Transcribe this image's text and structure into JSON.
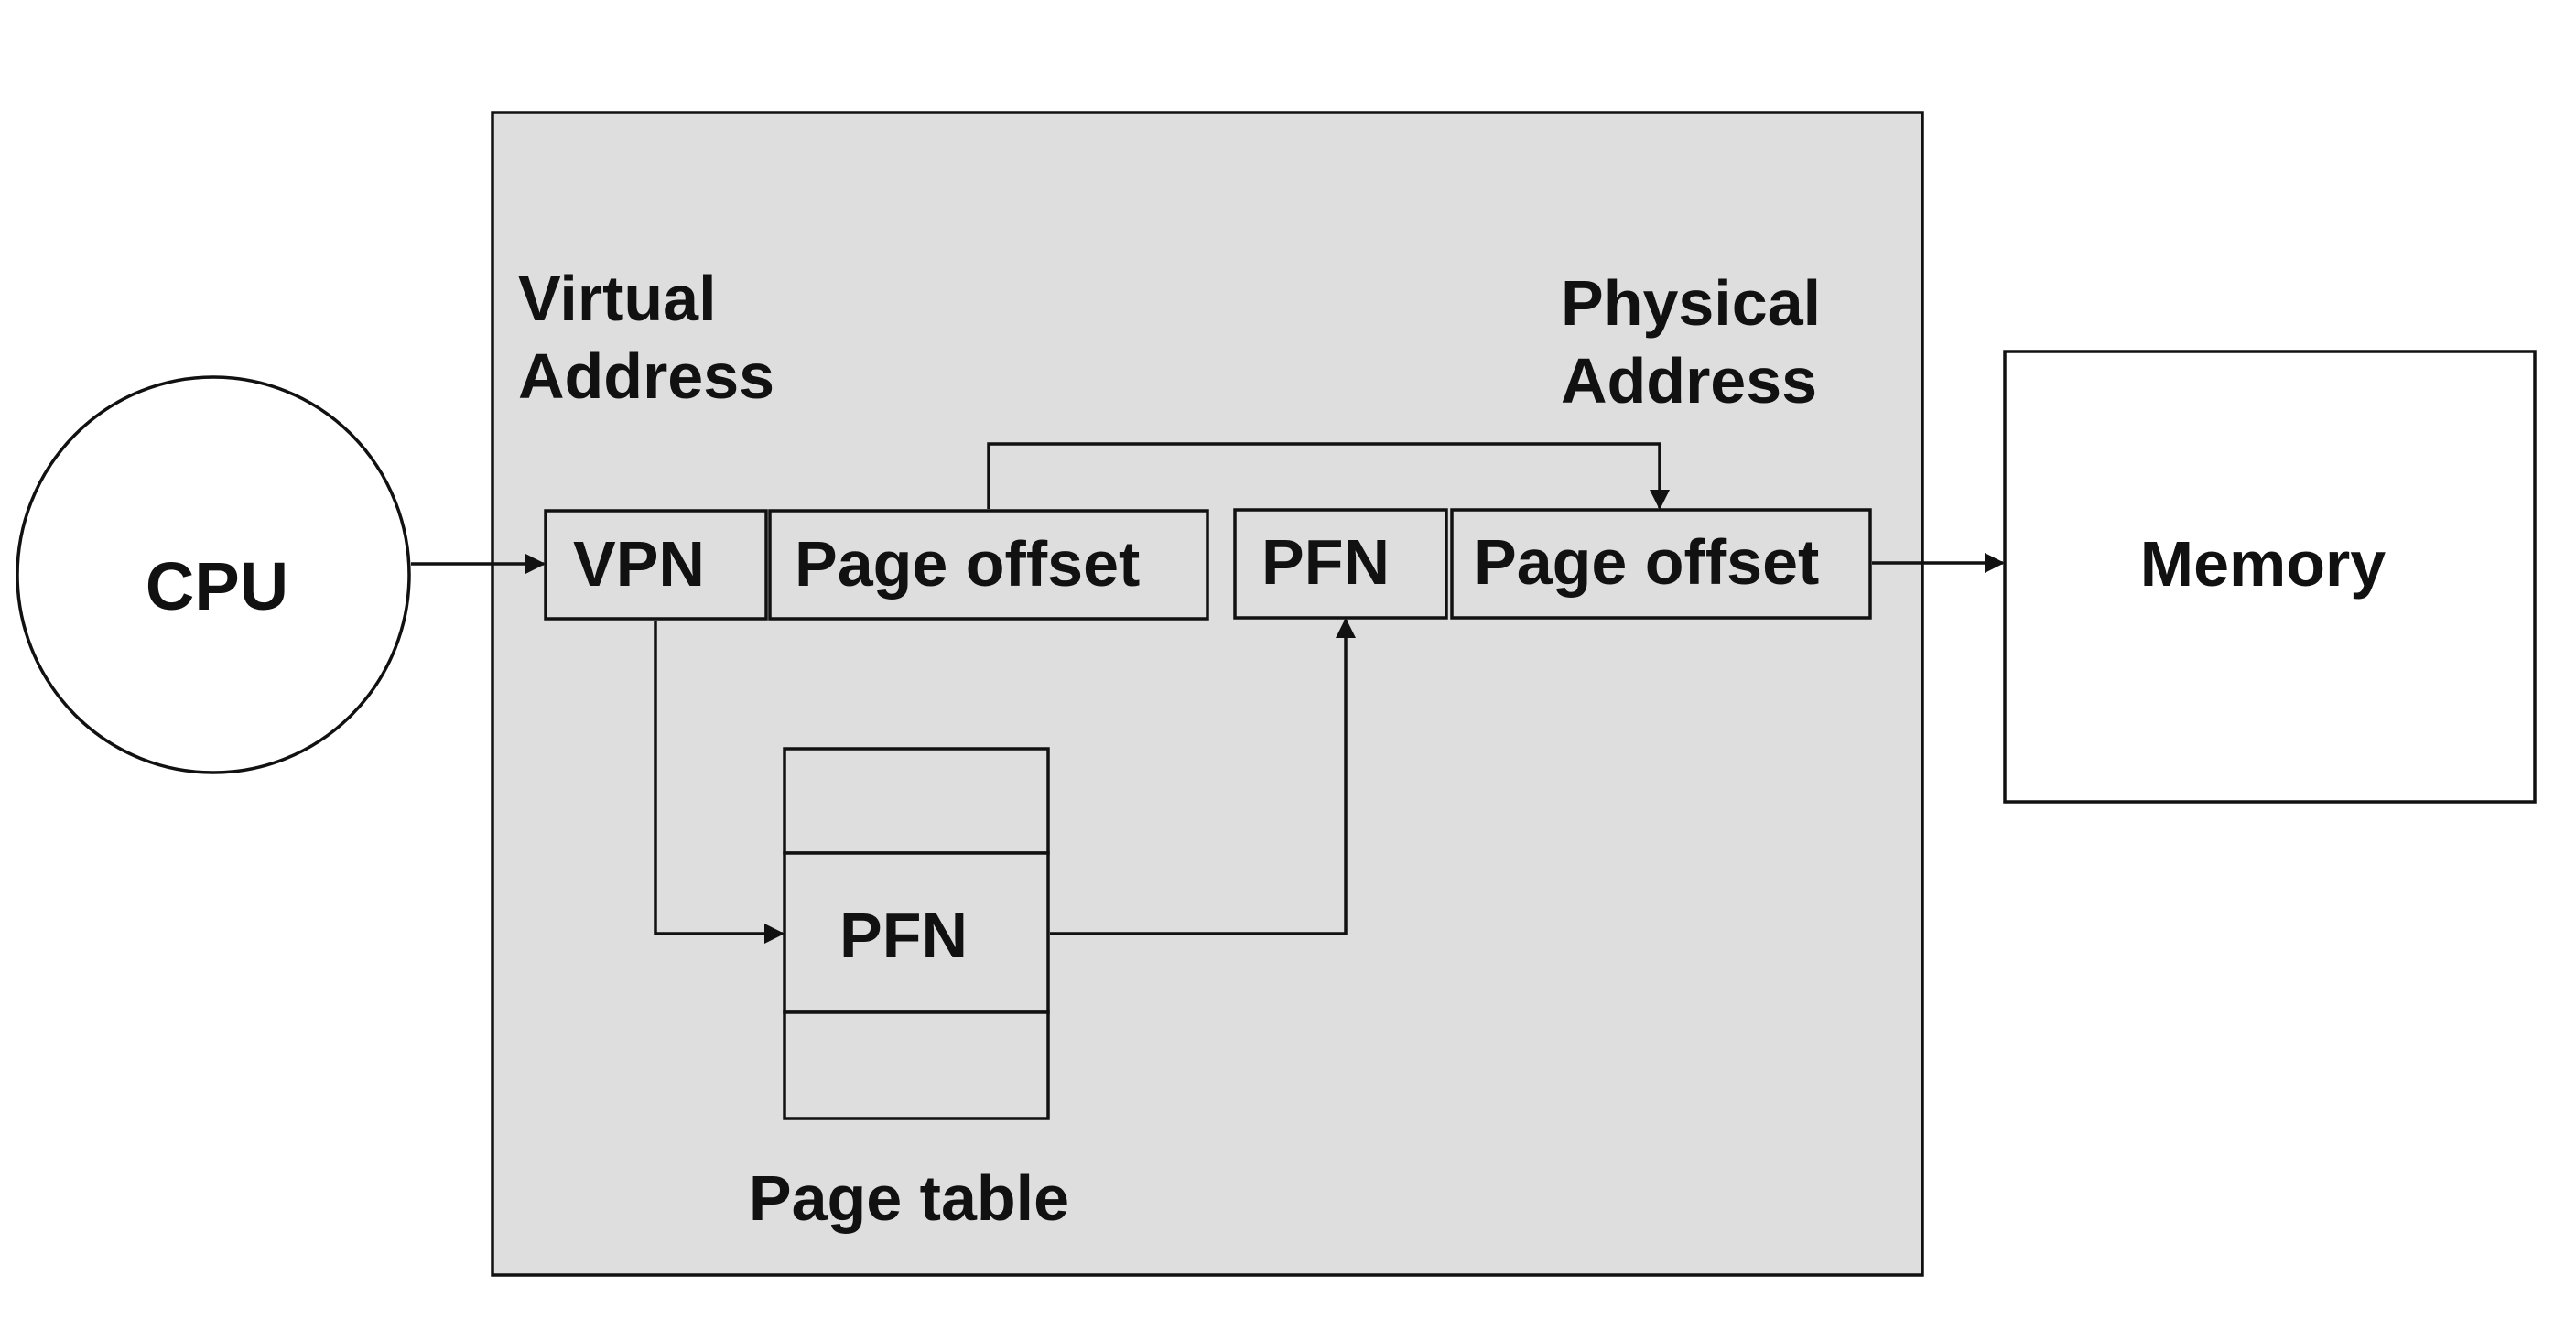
{
  "colors": {
    "mmu_fill": "#dedede",
    "stroke": "#111111",
    "background": "#ffffff"
  },
  "cpu": {
    "label": "CPU"
  },
  "memory": {
    "label": "Memory"
  },
  "virtual_address": {
    "title_line1": "Virtual",
    "title_line2": "Address",
    "vpn_label": "VPN",
    "offset_label": "Page offset"
  },
  "physical_address": {
    "title_line1": "Physical",
    "title_line2": "Address",
    "pfn_label": "PFN",
    "offset_label": "Page offset"
  },
  "page_table": {
    "entry_label": "PFN",
    "caption": "Page table"
  }
}
